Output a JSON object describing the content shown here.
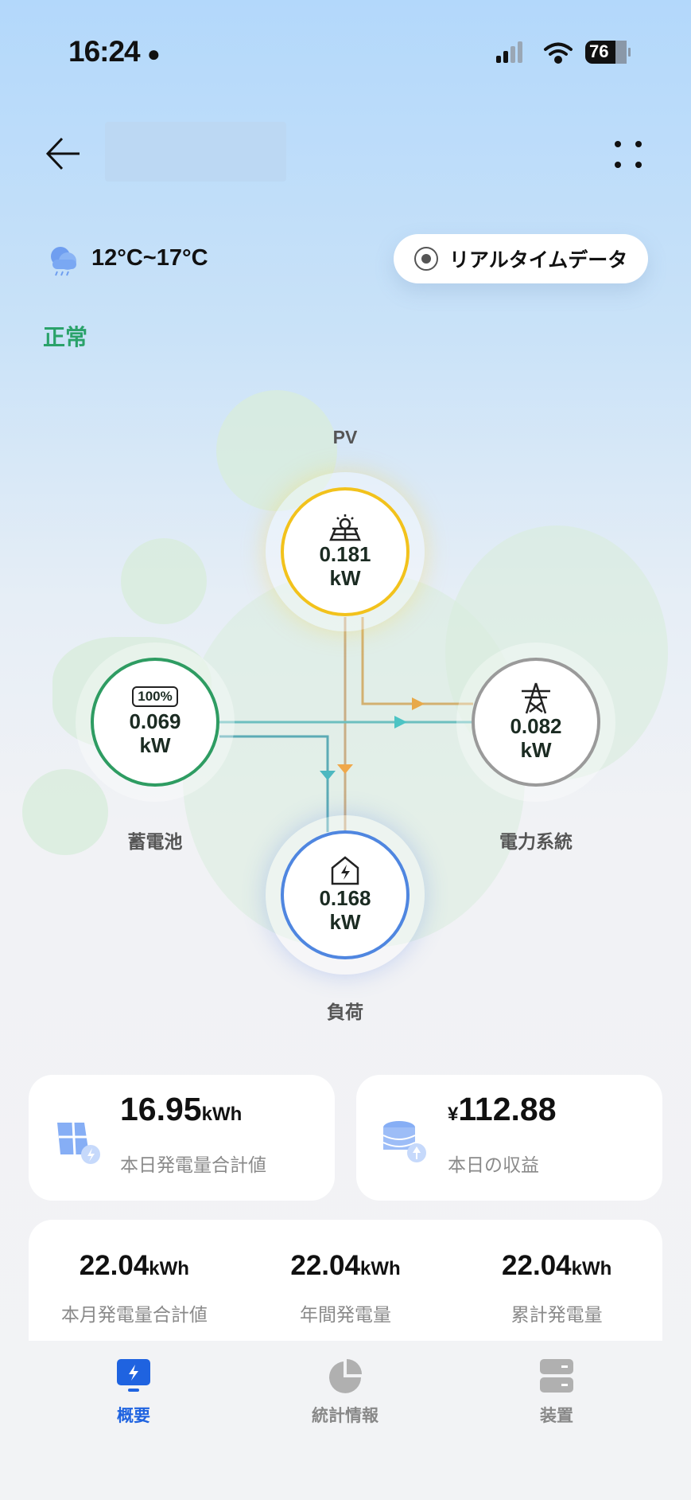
{
  "status_bar": {
    "time": "16:24",
    "battery": "76"
  },
  "header": {
    "title": ""
  },
  "weather": {
    "temp_range": "12°C~17°C",
    "icon": "cloud-rain-icon"
  },
  "realtime_button": {
    "label": "リアルタイムデータ"
  },
  "status": {
    "label": "正常",
    "color": "#2aa26a"
  },
  "flow": {
    "pv": {
      "label": "PV",
      "value": "0.181",
      "unit": "kW",
      "color": "#f2c21c"
    },
    "battery": {
      "label": "蓄電池",
      "value": "0.069",
      "unit": "kW",
      "soc": "100%",
      "color": "#2e9c62"
    },
    "grid": {
      "label": "電力系統",
      "value": "0.082",
      "unit": "kW",
      "color": "#9a9a9a"
    },
    "load": {
      "label": "負荷",
      "value": "0.168",
      "unit": "kW",
      "color": "#4f86e0"
    }
  },
  "summary": {
    "today_gen": {
      "value": "16.95",
      "unit": "kWh",
      "label": "本日発電量合計値"
    },
    "today_income": {
      "currency": "¥",
      "value": "112.88",
      "label": "本日の収益"
    },
    "stats": [
      {
        "value": "22.04",
        "unit": "kWh",
        "label": "本月発電量合計値"
      },
      {
        "value": "22.04",
        "unit": "kWh",
        "label": "年間発電量"
      },
      {
        "value": "22.04",
        "unit": "kWh",
        "label": "累計発電量"
      }
    ]
  },
  "tabs": [
    {
      "label": "概要",
      "active": true
    },
    {
      "label": "統計情報",
      "active": false
    },
    {
      "label": "装置",
      "active": false
    }
  ],
  "colors": {
    "accent": "#1f63e0",
    "inactive": "#b0b0b0"
  }
}
